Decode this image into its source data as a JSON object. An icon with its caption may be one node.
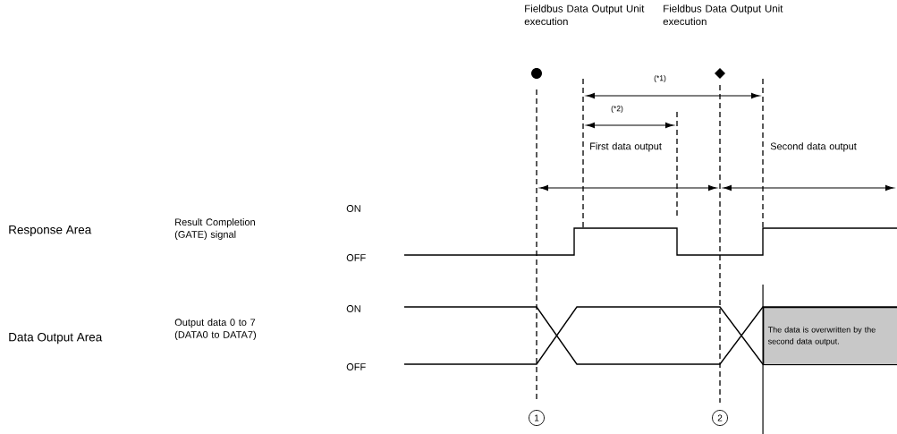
{
  "diagram": {
    "nodes": [
      {
        "text": [
          "The data is overwritten by the second data output."
        ]
      }
    ],
    "labels": [
      "Fieldbus Data Output Unit execution",
      "Fieldbus Data Output Unit execution",
      "(*1)",
      "(*2)",
      "First data output",
      "Second data output",
      "Response Area",
      "Result Completion (GATE) signal",
      "ON",
      "OFF",
      "Data Output Area",
      "Output data 0 to 7 (DATA0 to DATA7)",
      "ON",
      "OFF",
      "1",
      "2"
    ]
  }
}
